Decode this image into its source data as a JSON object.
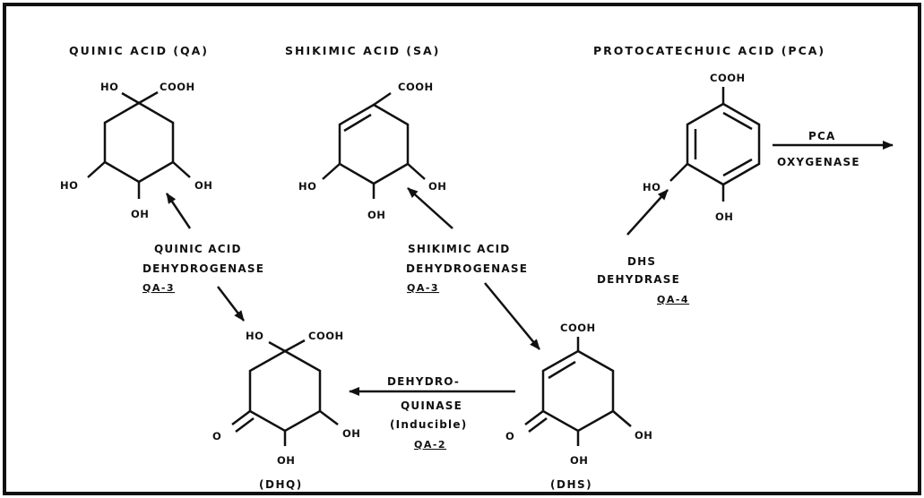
{
  "compounds": {
    "qa": {
      "name": "QUINIC ACID (QA)",
      "g_top_left": "HO",
      "g_top_right": "COOH",
      "g_left": "HO",
      "g_right": "OH",
      "g_bottom": "OH"
    },
    "sa": {
      "name": "SHIKIMIC ACID (SA)",
      "g_top": "COOH",
      "g_left": "HO",
      "g_right": "OH",
      "g_bottom": "OH"
    },
    "pca": {
      "name": "PROTOCATECHUIC ACID (PCA)",
      "g_top": "COOH",
      "g_left": "HO",
      "g_bottom": "OH"
    },
    "dhq": {
      "name": "(DHQ)",
      "g_top_left": "HO",
      "g_top_right": "COOH",
      "g_left": "O",
      "g_right": "OH",
      "g_bottom": "OH"
    },
    "dhs": {
      "name": "(DHS)",
      "g_top": "COOH",
      "g_left": "O",
      "g_right": "OH",
      "g_bottom": "OH"
    }
  },
  "enzymes": {
    "qa_dh": {
      "line1": "QUINIC ACID",
      "line2": "DEHYDROGENASE",
      "gene": "QA-3"
    },
    "sa_dh": {
      "line1": "SHIKIMIC ACID",
      "line2": "DEHYDROGENASE",
      "gene": "QA-3"
    },
    "dhs_dehydrase": {
      "line1": "DHS",
      "line2": "DEHYDRASE",
      "gene": "QA-4"
    },
    "dehydroquinase": {
      "line1": "DEHYDRO-",
      "line2": "QUINASE",
      "line3": "(Inducible)",
      "gene": "QA-2"
    },
    "pca_oxygenase": {
      "line1": "PCA",
      "line2": "OXYGENASE"
    }
  }
}
